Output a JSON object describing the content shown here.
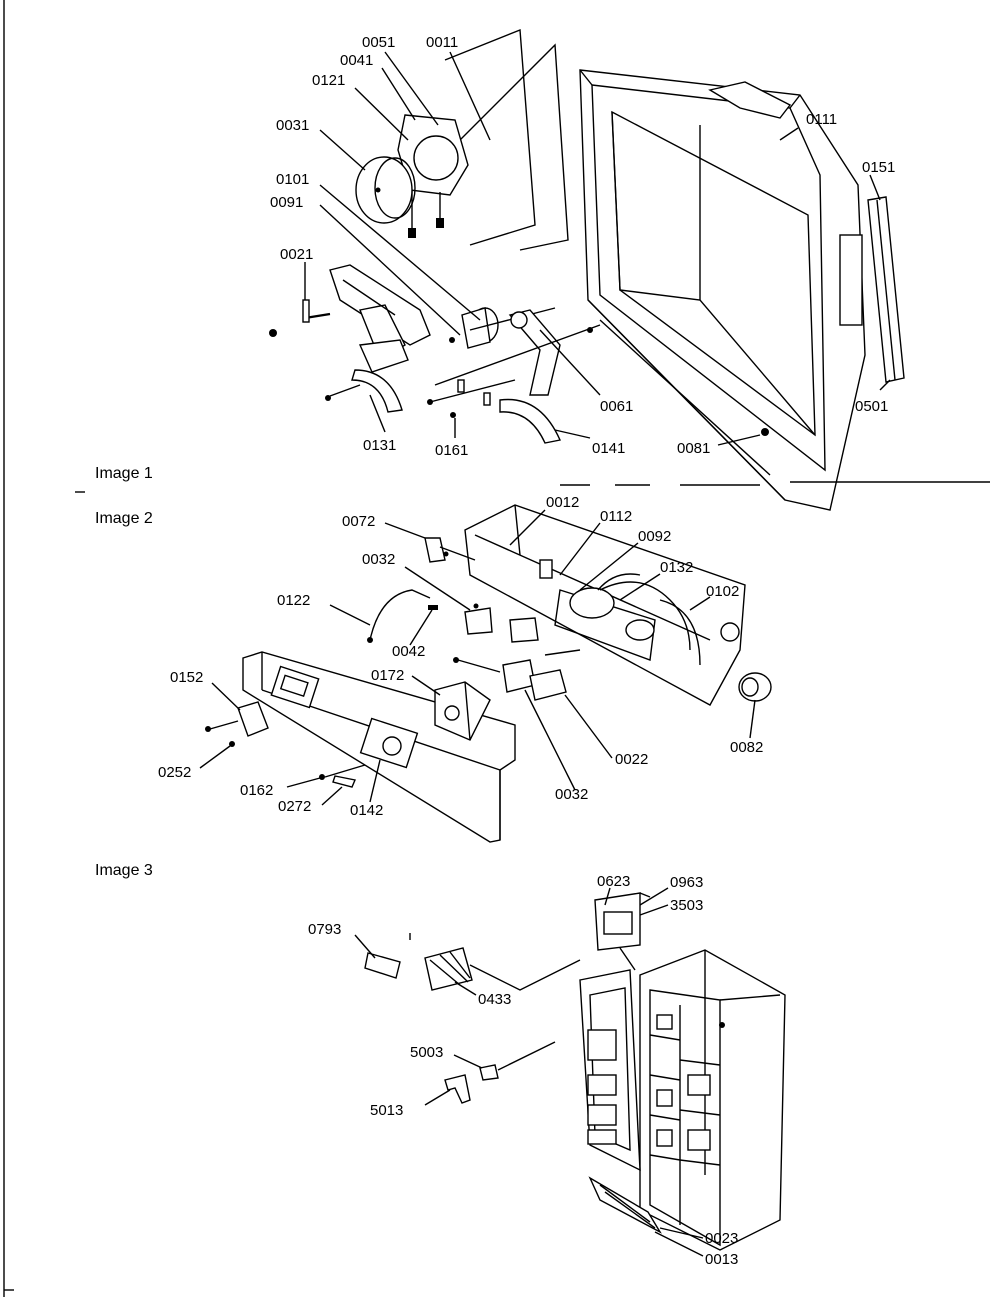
{
  "captions": {
    "image1": "Image 1",
    "image2": "Image 2",
    "image3": "Image 3"
  },
  "image1": {
    "p0051": "0051",
    "p0011": "0011",
    "p0041": "0041",
    "p0121": "0121",
    "p0031": "0031",
    "p0111": "0111",
    "p0151": "0151",
    "p0101": "0101",
    "p0091": "0091",
    "p0021": "0021",
    "p0061a": "0061",
    "p0501": "0501",
    "p0131": "0131",
    "p0161": "0161",
    "p0141": "0141",
    "p0081": "0081"
  },
  "image2": {
    "p0012": "0012",
    "p0112": "0112",
    "p0072": "0072",
    "p0092": "0092",
    "p0032a": "0032",
    "p0132": "0132",
    "p0102": "0102",
    "p0122": "0122",
    "p0042": "0042",
    "p0152": "0152",
    "p0172": "0172",
    "p0252": "0252",
    "p0022": "0022",
    "p0082": "0082",
    "p0162": "0162",
    "p0272": "0272",
    "p0142": "0142",
    "p0032b": "0032"
  },
  "image3": {
    "p0623": "0623",
    "p0963": "0963",
    "p3503": "3503",
    "p0793": "0793",
    "p0433": "0433",
    "p5003": "5003",
    "p5013": "5013",
    "p0023": "0023",
    "p0013": "0013"
  }
}
